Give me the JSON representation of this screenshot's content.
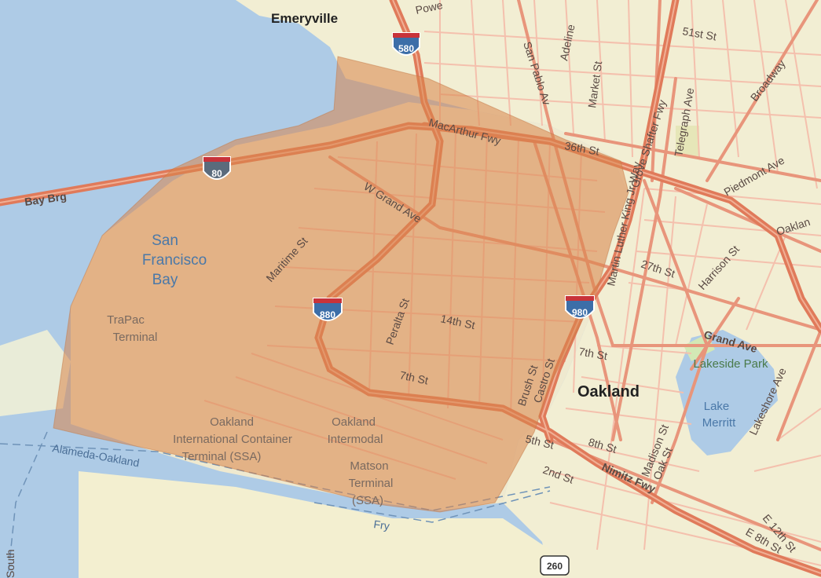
{
  "map": {
    "colors": {
      "water": "#aecbe6",
      "land": "#f2eed3",
      "road_minor": "#f4c0ad",
      "road_major": "#e8957b",
      "freeway": "#e07a5a",
      "overlay": "#d9854a",
      "park": "#d3e8b5"
    },
    "places": {
      "emeryville": "Emeryville",
      "oakland": "Oakland",
      "south": "South"
    },
    "water_labels": {
      "bay_line1": "San",
      "bay_line2": "Francisco",
      "bay_line3": "Bay",
      "lake_line1": "Lake",
      "lake_line2": "Merritt"
    },
    "poi": {
      "trapac_line1": "TraPac",
      "trapac_line2": "Terminal",
      "oict_line1": "Oakland",
      "oict_line2": "International Container",
      "oict_line3": "Terminal (SSA)",
      "intermodal_line1": "Oakland",
      "intermodal_line2": "Intermodal",
      "matson_line1": "Matson",
      "matson_line2": "Terminal",
      "matson_line3": "(SSA)",
      "lakeside": "Lakeside Park"
    },
    "streets": {
      "bay_brg": "Bay Brg",
      "macarthur": "MacArthur Fwy",
      "w_grand": "W Grand Ave",
      "maritime": "Maritime St",
      "peralta": "Peralta St",
      "fourteenth": "14th St",
      "seventh": "7th St",
      "brush": "Brush St",
      "castro": "Castro St",
      "fifth": "5th St",
      "eighth": "8th St",
      "second": "2nd St",
      "nimitz": "Nimitz Fwy",
      "madison": "Madison St",
      "oak": "Oak St",
      "seventh_east": "7th St",
      "twentyseventh": "27th St",
      "harrison": "Harrison St",
      "grand": "Grand Ave",
      "lakeshore": "Lakeshore Ave",
      "oakland_ave": "Oaklan",
      "piedmont": "Piedmont Ave",
      "broadway": "Broadway",
      "telegraph": "Telegraph Ave",
      "grove_shafter": "Grove Shafter Fwy",
      "mlk": "Martin Luther King Jr Way",
      "thirtysixth": "36th St",
      "fiftyfirst": "51st St",
      "market": "Market St",
      "adeline": "Adeline",
      "san_pablo": "San Pablo Av",
      "powell": "Powe",
      "alameda_oakland": "Alameda-Oakland",
      "fry": "Fry",
      "e12": "E 12th St",
      "e8": "E 8th St"
    },
    "shields": {
      "i580": "580",
      "i80": "80",
      "i880": "880",
      "i980": "980",
      "ca260": "260"
    }
  }
}
